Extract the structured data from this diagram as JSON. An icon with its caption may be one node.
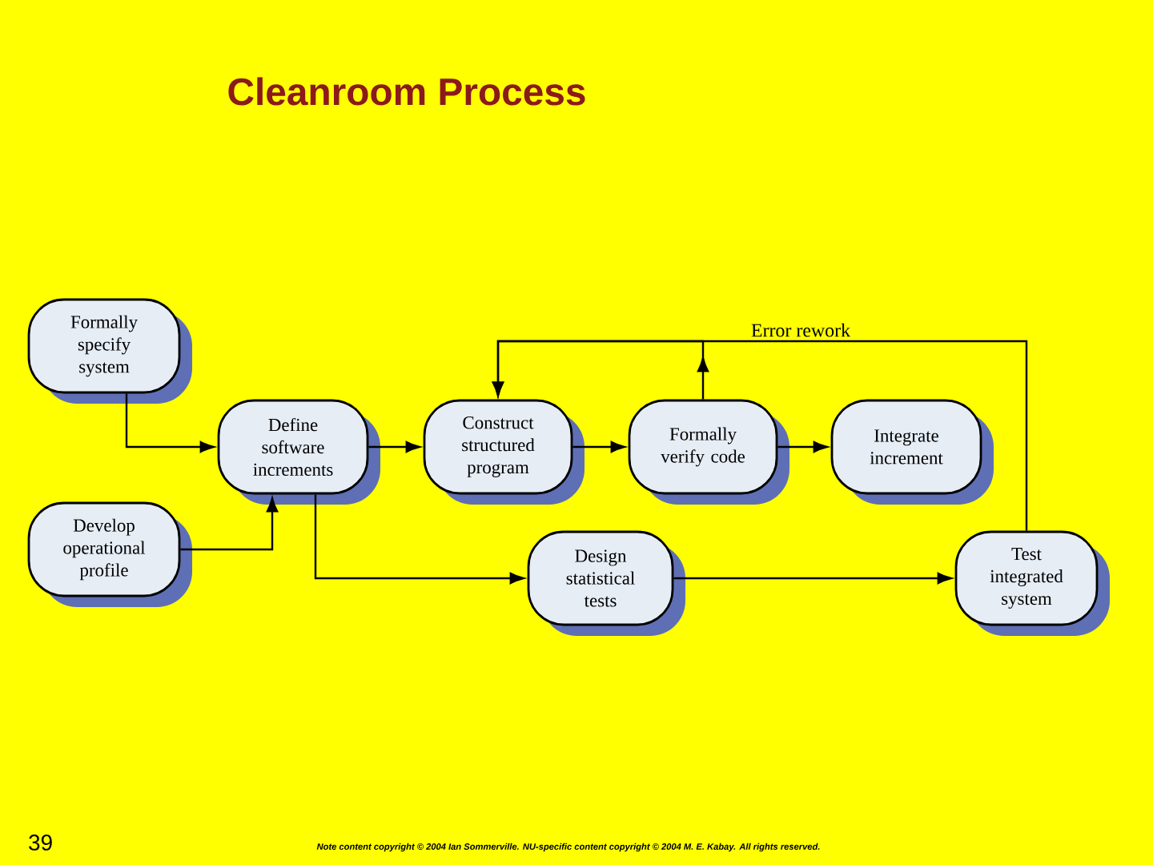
{
  "diagram": {
    "title": "Cleanroom Process",
    "nodes": [
      {
        "text": [
          "Formally specify system"
        ]
      },
      {
        "text": [
          "Develop operational profile"
        ]
      },
      {
        "text": [
          "Define software increments"
        ]
      },
      {
        "text": [
          "Construct structured program"
        ]
      },
      {
        "text": [
          "Formally verify code"
        ]
      },
      {
        "text": [
          "Integrate increment"
        ]
      },
      {
        "text": [
          "Design statistical tests"
        ]
      },
      {
        "text": [
          "Test integrated system"
        ]
      }
    ],
    "edges": [
      {
        "from": 0,
        "to": 2,
        "arrow": "to"
      },
      {
        "from": 1,
        "to": 2,
        "arrow": "to"
      },
      {
        "from": 2,
        "to": 3,
        "arrow": "to"
      },
      {
        "from": 2,
        "to": 6,
        "arrow": "to"
      },
      {
        "from": 3,
        "to": 4,
        "arrow": "to"
      },
      {
        "from": 4,
        "to": 5,
        "arrow": "to"
      },
      {
        "from": 6,
        "to": 7,
        "arrow": "to"
      },
      {
        "from": 7,
        "to": 3,
        "arrow": "to",
        "label": "Error rework"
      },
      {
        "from": 4,
        "to": 3,
        "arrow": "to"
      }
    ],
    "labels": [
      "39",
      "Note content copyright © 2004 Ian Sommerville. NU-specific content copyright © 2004 M. E. Kabay. All rights reserved."
    ]
  }
}
